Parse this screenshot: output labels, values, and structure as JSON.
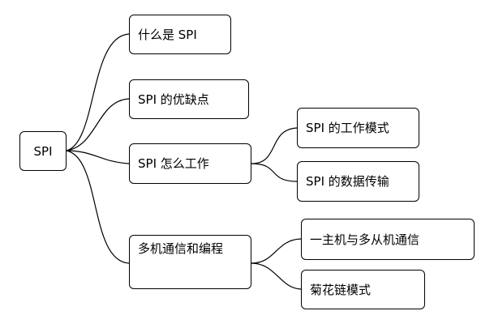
{
  "mindmap": {
    "root": {
      "label": "SPI"
    },
    "branches": [
      {
        "label": "什么是 SPI",
        "children": []
      },
      {
        "label": "SPI 的优缺点",
        "children": []
      },
      {
        "label": "SPI 怎么工作",
        "children": [
          {
            "label": "SPI 的工作模式"
          },
          {
            "label": "SPI 的数据传输"
          }
        ]
      },
      {
        "label": "多机通信和编程",
        "children": [
          {
            "label": "一主机与多从机通信"
          },
          {
            "label": "菊花链模式"
          }
        ]
      }
    ]
  }
}
